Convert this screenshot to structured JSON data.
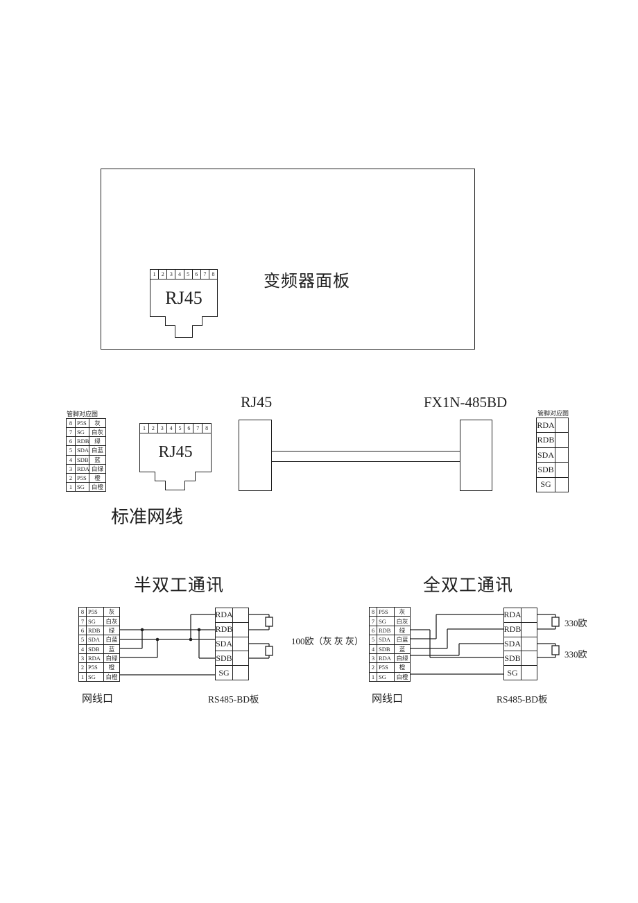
{
  "shared": {
    "pin_numbers": [
      "1",
      "2",
      "3",
      "4",
      "5",
      "6",
      "7",
      "8"
    ],
    "pin_table_header": "管脚对应图",
    "jack_label": "RJ45",
    "rj45_pin_rows": [
      [
        "8",
        "P5S",
        "灰"
      ],
      [
        "7",
        "SG",
        "白灰"
      ],
      [
        "6",
        "RDB",
        "绿"
      ],
      [
        "5",
        "SDA",
        "白蓝"
      ],
      [
        "4",
        "SDB",
        "蓝"
      ],
      [
        "3",
        "RDA",
        "白绿"
      ],
      [
        "2",
        "P5S",
        "橙"
      ],
      [
        "1",
        "SG",
        "白橙"
      ]
    ],
    "bd_pin_rows": [
      [
        "RDA",
        ""
      ],
      [
        "RDB",
        ""
      ],
      [
        "SDA",
        ""
      ],
      [
        "SDB",
        ""
      ],
      [
        "SG",
        ""
      ]
    ]
  },
  "top_panel": {
    "label": "变频器面板"
  },
  "cable_section": {
    "left_label": "RJ45",
    "right_label": "FX1N-485BD",
    "caption": "标准网线"
  },
  "half_duplex": {
    "title": "半双工通讯",
    "left_port_label": "网线口",
    "right_board_label": "RS485-BD板",
    "terminator_note": "100欧（灰 灰 灰）"
  },
  "full_duplex": {
    "title": "全双工通讯",
    "left_port_label": "网线口",
    "right_board_label": "RS485-BD板",
    "terminator_labels": [
      "330欧",
      "330欧"
    ]
  }
}
